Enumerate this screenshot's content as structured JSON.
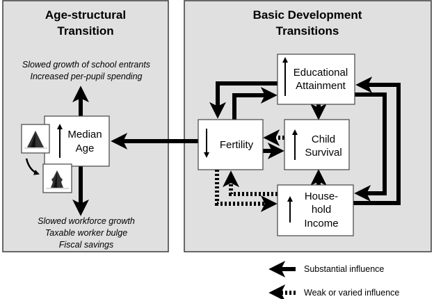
{
  "left_panel": {
    "title_line1": "Age-structural",
    "title_line2": "Transition",
    "effects_top": [
      "Slowed growth of school entrants",
      "Increased per-pupil spending"
    ],
    "effects_bottom": [
      "Slowed workforce growth",
      "Taxable worker bulge",
      "Fiscal savings"
    ],
    "median_age": {
      "line1": "Median",
      "line2": "Age",
      "direction": "up"
    }
  },
  "right_panel": {
    "title_line1": "Basic Development",
    "title_line2": "Transitions",
    "educational": {
      "line1": "Educational",
      "line2": "Attainment",
      "direction": "up"
    },
    "fertility": {
      "label": "Fertility",
      "direction": "down"
    },
    "child_survival": {
      "line1": "Child",
      "line2": "Survival",
      "direction": "up"
    },
    "household_income": {
      "line1": "House-",
      "line2": "hold",
      "line3": "Income",
      "direction": "up"
    }
  },
  "legend": {
    "substantial": "Substantial influence",
    "weak": "Weak or varied influence"
  }
}
